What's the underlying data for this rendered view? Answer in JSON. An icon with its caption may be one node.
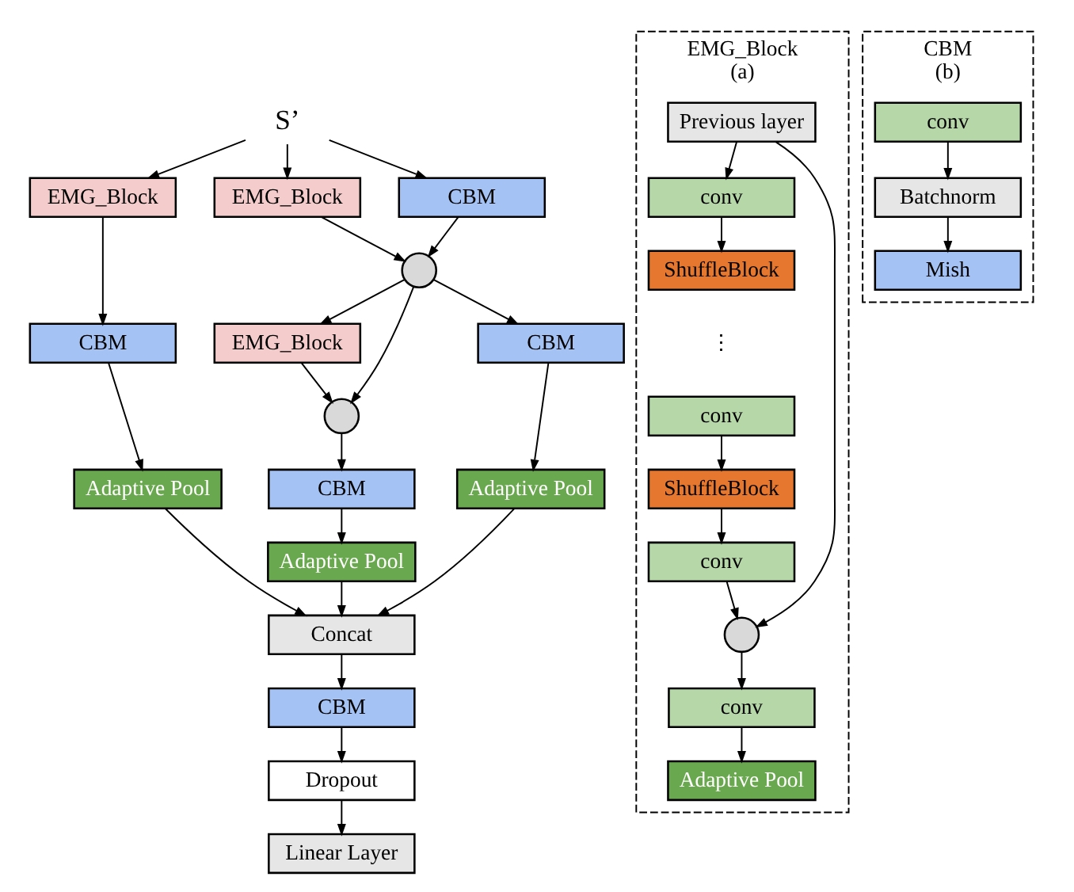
{
  "diagram": {
    "nodes": [
      {
        "text": [
          "S’"
        ]
      },
      {
        "text": [
          "EMG_Block"
        ]
      },
      {
        "text": [
          "EMG_Block"
        ]
      },
      {
        "text": [
          "CBM"
        ]
      },
      {
        "text": [
          "CBM"
        ]
      },
      {
        "text": [],
        "shape": "circle"
      },
      {
        "text": [
          "EMG_Block"
        ]
      },
      {
        "text": [
          "CBM"
        ]
      },
      {
        "text": [],
        "shape": "circle"
      },
      {
        "text": [
          "Adaptive Pool"
        ]
      },
      {
        "text": [
          "CBM"
        ]
      },
      {
        "text": [
          "Adaptive Pool"
        ]
      },
      {
        "text": [
          "Adaptive Pool"
        ]
      },
      {
        "text": [
          "Concat"
        ]
      },
      {
        "text": [
          "CBM"
        ]
      },
      {
        "text": [
          "Dropout"
        ]
      },
      {
        "text": [
          "Linear Layer"
        ]
      },
      {
        "text": [
          "EMG_Block",
          "(a)"
        ]
      },
      {
        "text": [
          "Previous layer"
        ],
        "in": 17
      },
      {
        "text": [
          "conv"
        ],
        "in": 17
      },
      {
        "text": [
          "ShuffleBlock"
        ],
        "in": 17
      },
      {
        "text": [
          "conv"
        ],
        "in": 17
      },
      {
        "text": [
          "ShuffleBlock"
        ],
        "in": 17
      },
      {
        "text": [
          "conv"
        ],
        "in": 17
      },
      {
        "text": [],
        "shape": "circle",
        "in": 17
      },
      {
        "text": [
          "conv"
        ],
        "in": 17
      },
      {
        "text": [
          "Adaptive Pool"
        ],
        "in": 17
      },
      {
        "text": [
          "CBM",
          "(b)"
        ]
      },
      {
        "text": [
          "conv"
        ],
        "in": 27
      },
      {
        "text": [
          "Batchnorm"
        ],
        "in": 27
      },
      {
        "text": [
          "Mish"
        ],
        "in": 27
      }
    ],
    "edges": [
      {
        "from": 0,
        "to": 1,
        "arrow": "to"
      },
      {
        "from": 0,
        "to": 2,
        "arrow": "to"
      },
      {
        "from": 0,
        "to": 3,
        "arrow": "to"
      },
      {
        "from": 1,
        "to": 4,
        "arrow": "to"
      },
      {
        "from": 2,
        "to": 5,
        "arrow": "to"
      },
      {
        "from": 3,
        "to": 5,
        "arrow": "to"
      },
      {
        "from": 4,
        "to": 9,
        "arrow": "to"
      },
      {
        "from": 5,
        "to": 6,
        "arrow": "to"
      },
      {
        "from": 5,
        "to": 7,
        "arrow": "to"
      },
      {
        "from": 5,
        "to": 8,
        "arrow": "to"
      },
      {
        "from": 6,
        "to": 8,
        "arrow": "to"
      },
      {
        "from": 7,
        "to": 11,
        "arrow": "to"
      },
      {
        "from": 8,
        "to": 10,
        "arrow": "to"
      },
      {
        "from": 10,
        "to": 12,
        "arrow": "to"
      },
      {
        "from": 9,
        "to": 13,
        "arrow": "to"
      },
      {
        "from": 12,
        "to": 13,
        "arrow": "to"
      },
      {
        "from": 11,
        "to": 13,
        "arrow": "to"
      },
      {
        "from": 13,
        "to": 14,
        "arrow": "to"
      },
      {
        "from": 14,
        "to": 15,
        "arrow": "to"
      },
      {
        "from": 15,
        "to": 16,
        "arrow": "to"
      },
      {
        "from": 18,
        "to": 19,
        "arrow": "to"
      },
      {
        "from": 19,
        "to": 20,
        "arrow": "to"
      },
      {
        "from": 21,
        "to": 22,
        "arrow": "to"
      },
      {
        "from": 22,
        "to": 23,
        "arrow": "to"
      },
      {
        "from": 23,
        "to": 24,
        "arrow": "to"
      },
      {
        "from": 18,
        "to": 24,
        "arrow": "to"
      },
      {
        "from": 24,
        "to": 25,
        "arrow": "to"
      },
      {
        "from": 25,
        "to": 26,
        "arrow": "to"
      },
      {
        "from": 28,
        "to": 29,
        "arrow": "to"
      },
      {
        "from": 29,
        "to": 30,
        "arrow": "to"
      }
    ],
    "labels": [
      "⋮"
    ]
  }
}
